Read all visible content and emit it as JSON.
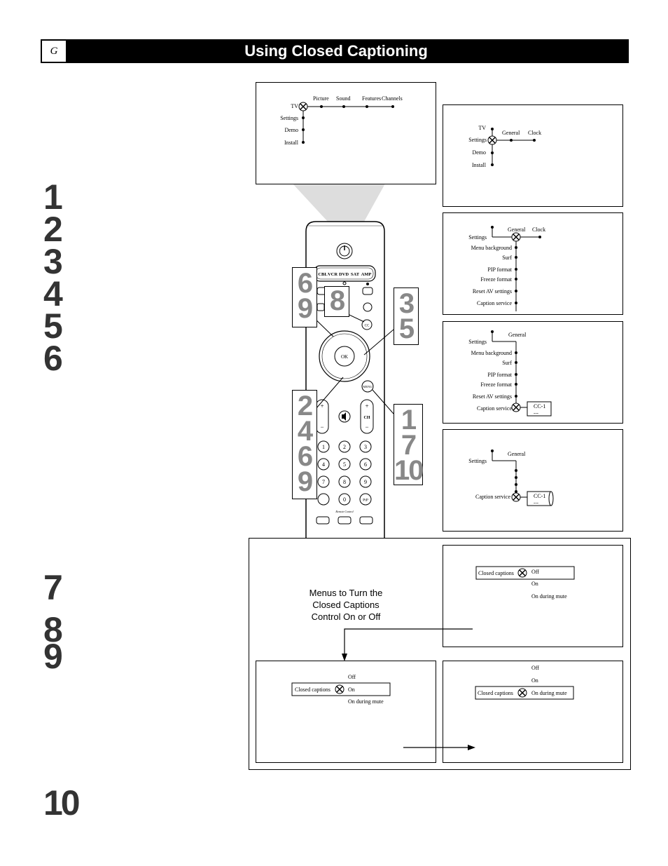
{
  "header": {
    "letter": "G",
    "title": "Using Closed Captioning"
  },
  "steps": {
    "left": [
      "1",
      "2",
      "3",
      "4",
      "5",
      "6"
    ],
    "left2": [
      "7",
      "8",
      "9"
    ],
    "left3": "10"
  },
  "panel1": {
    "tabs": [
      "Picture",
      "Sound",
      "Features",
      "Channels"
    ],
    "items": [
      "TV",
      "Settings",
      "Demo",
      "Install"
    ]
  },
  "panel2": {
    "items": [
      "TV",
      "Settings",
      "Demo",
      "Install"
    ],
    "tabs": [
      "General",
      "Clock"
    ]
  },
  "panel3": {
    "tabs": [
      "General",
      "Clock"
    ],
    "items": [
      "Settings",
      "Menu background",
      "Surf",
      "PIP format",
      "Freeze format",
      "Reset AV settings",
      "Caption service"
    ]
  },
  "panel4": {
    "tab": "General",
    "items": [
      "Settings",
      "Menu background",
      "Surf",
      "PIP format",
      "Freeze format",
      "Reset AV settings",
      "Caption service"
    ],
    "value": "CC-1",
    "value2": "---"
  },
  "panel5": {
    "tab": "General",
    "items": [
      "Settings",
      "Caption service"
    ],
    "value": "CC-1",
    "value2": "---"
  },
  "remote": {
    "sources": [
      "CBL",
      "VCR",
      "DVD",
      "SAT",
      "AMP"
    ],
    "ok": "OK",
    "menu": "MENU",
    "cc": "CC",
    "ch": "CH",
    "digits": [
      "1",
      "2",
      "3",
      "4",
      "5",
      "6",
      "7",
      "8",
      "9",
      "0"
    ],
    "pip": "PiP",
    "brand": "Remote Control"
  },
  "callouts": {
    "c69": [
      "6",
      "9"
    ],
    "c8": "8",
    "c35": [
      "3",
      "5"
    ],
    "c2469": [
      "2",
      "4",
      "6",
      "9"
    ],
    "c1710": [
      "1",
      "7",
      "10"
    ]
  },
  "cc_section": {
    "caption_lines": [
      "Menus to Turn the",
      "Closed Captions",
      "Control On or Off"
    ],
    "label": "Closed captions",
    "options": [
      "Off",
      "On",
      "On during mute"
    ]
  }
}
